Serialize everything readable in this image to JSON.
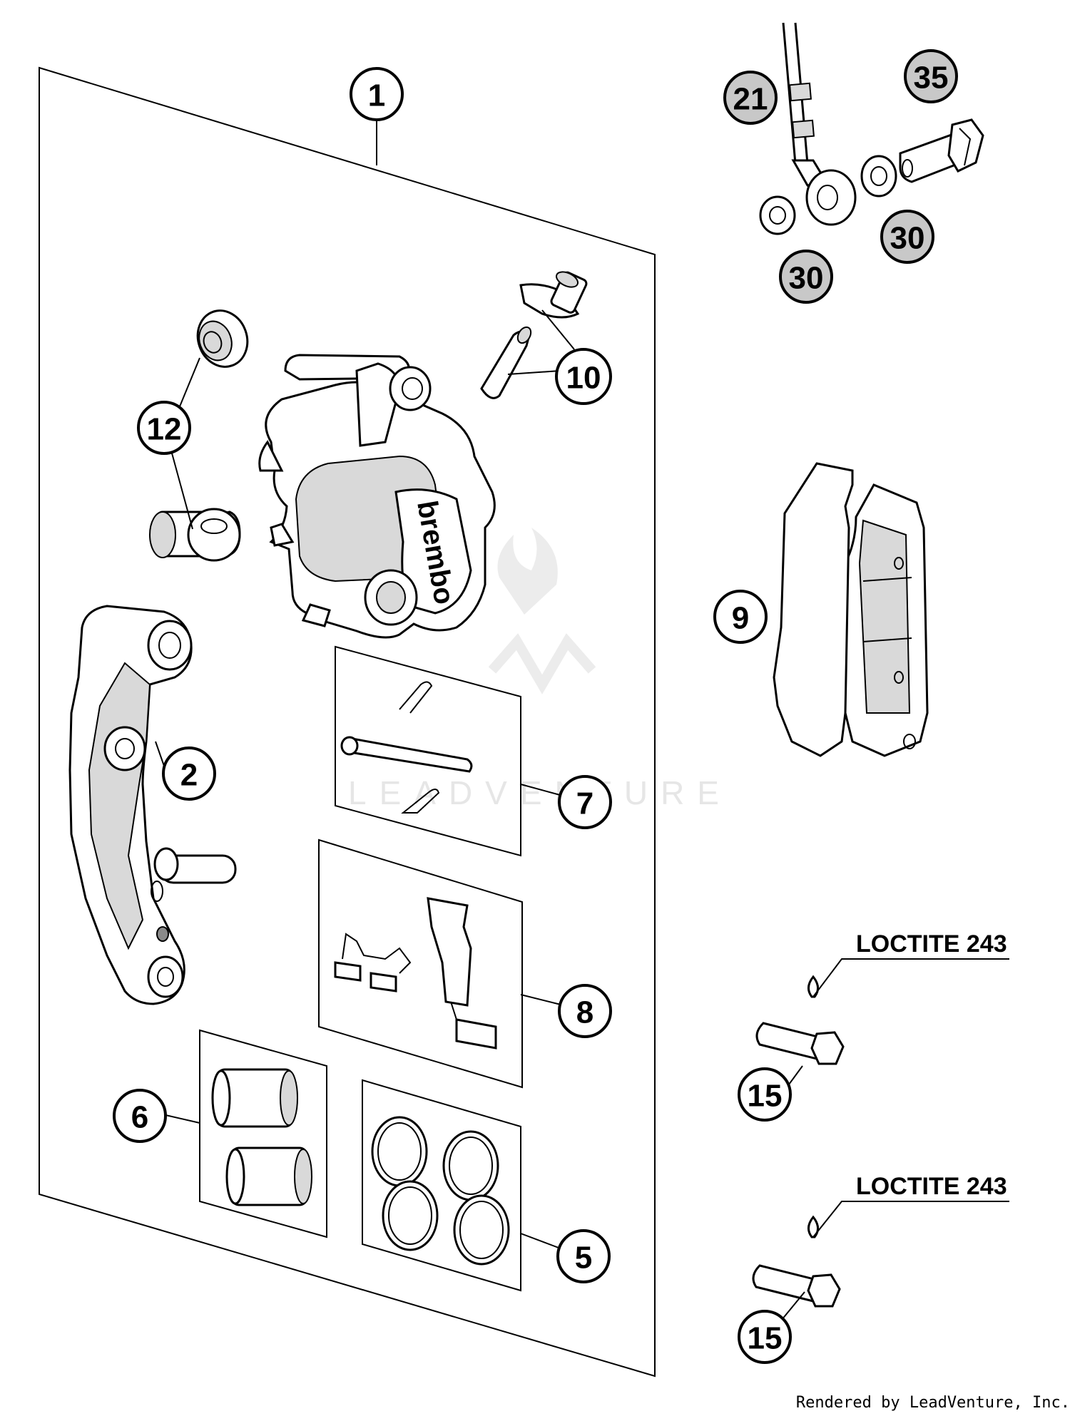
{
  "callouts": {
    "c1": "1",
    "c2": "2",
    "c5": "5",
    "c6": "6",
    "c7": "7",
    "c8": "8",
    "c9": "9",
    "c10": "10",
    "c12": "12",
    "c15a": "15",
    "c15b": "15",
    "c21": "21",
    "c30a": "30",
    "c30b": "30",
    "c35": "35"
  },
  "notes": {
    "loctite_top": "LOCTITE 243",
    "loctite_bottom": "LOCTITE 243"
  },
  "caliper_brand": "brembo",
  "watermark": "LEADVENTURE",
  "footer": "Rendered by LeadVenture, Inc."
}
